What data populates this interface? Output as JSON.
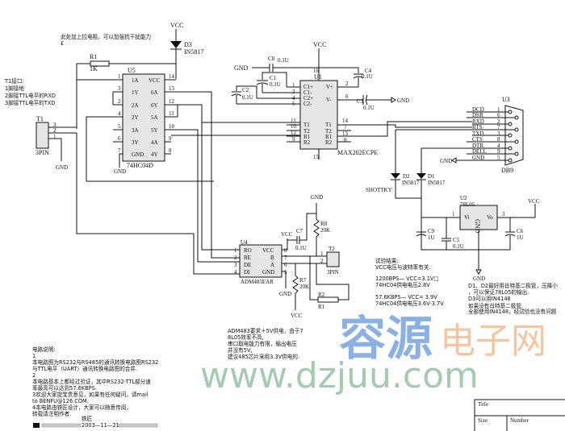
{
  "notes": {
    "pullup": "此处加上拉电阻，可以加强抗干扰能力",
    "pullup_mark": "£",
    "t1_interface": [
      "T1接口:",
      "1脚接地",
      "2脚接TTL电平的RXD",
      "3脚接TTL电平的TXD"
    ],
    "test_results": [
      "试验结果:",
      "VCC电压与波特率有关.",
      "1200BPS— VCC=3.1V□",
      "74HC04供电电压2.8V",
      "57.6KBPS— VCC= 3.9V",
      "74HC04供电电压3.6V-3.7V"
    ],
    "diode_note": [
      "D1、D2最好用肖特基二极管，压降小",
      "，可以保证78L05的输出.",
      "D3可以用IN4148",
      "如果没有肖特基二极管,",
      "全部使用IN4148，经试验也没有问题"
    ],
    "adm_note": [
      "ADM483要求＋5V供电，由于7",
      "8L05效率不高,",
      "串口取电能力有限，输出电压",
      "并没有5V,",
      "建议485芯片采用3.3V供电的."
    ],
    "circuit_desc": [
      "电路说明:",
      "1",
      "本电路图为RS232与RS485的通讯转换电路图RS232",
      "与TTL电平（UART）通讯转换电路图的合并.",
      "2",
      "本电路基本上都经过验证，其中RS232-TTL部分速",
      "率最高可以达到57.6KBPS.",
      "3欢迎大家提宝贵意见，如果有任何疑问，请mail",
      "to BENFU@126.COM.",
      "4本电路由铁匠设计，大家可以随意传阅，",
      "转载请注明作者."
    ],
    "author": "铁匠",
    "date": "2003—11—21"
  },
  "power": {
    "vcc": "VCC",
    "gnd": "GND"
  },
  "u5": {
    "ref": "U5",
    "part": "74HC04D",
    "left_pins": [
      [
        "1",
        "1A"
      ],
      [
        "3",
        "1Y"
      ],
      [
        "2",
        "2A"
      ],
      [
        "4",
        "2Y"
      ],
      [
        "5",
        "3A"
      ],
      [
        "6",
        "3Y"
      ],
      [
        "7",
        "GND"
      ]
    ],
    "right_pins": [
      [
        "14",
        "VCC"
      ],
      [
        "13",
        "6A"
      ],
      [
        "12",
        "6Y"
      ],
      [
        "11",
        "5A"
      ],
      [
        "10",
        "5Y"
      ],
      [
        "9",
        "4A"
      ],
      [
        "8",
        "4Y"
      ]
    ]
  },
  "r1": {
    "ref": "R1",
    "value": "1K"
  },
  "d3": {
    "ref": "D3",
    "value": "IN5817"
  },
  "t1": {
    "ref": "T1",
    "part": "3PIN",
    "pins": [
      "3",
      "2",
      "1"
    ]
  },
  "u1": {
    "ref": "U1",
    "part": "MAX202ECPE",
    "vcc_pin": "16",
    "gnd_pin": "15",
    "left_pins": [
      [
        "1",
        "C1+"
      ],
      [
        "3",
        "C1-"
      ],
      [
        "4",
        "C2+"
      ],
      [
        "5",
        "C2-"
      ],
      [
        "11",
        "T1"
      ],
      [
        "10",
        "T2"
      ],
      [
        "12",
        "R1"
      ],
      [
        "9",
        "R2"
      ]
    ],
    "right_pins": [
      [
        "2",
        "V+"
      ],
      [
        "6",
        "V-"
      ],
      [
        "14",
        "T1"
      ],
      [
        "7",
        "T2"
      ],
      [
        "13",
        "R1"
      ],
      [
        "8",
        "R2"
      ]
    ]
  },
  "caps": {
    "c8": {
      "ref": "C8",
      "value": "0.1U"
    },
    "c1": {
      "ref": "C1",
      "value": "0.1U"
    },
    "c2": {
      "ref": "C2",
      "value": "0.1U"
    },
    "c4": {
      "ref": "C4",
      "value": "0.1U"
    },
    "c3": {
      "ref": "C3",
      "value": "0.1U"
    },
    "c9": {
      "ref": "C9",
      "value": "1U"
    },
    "c5": {
      "ref": "C5",
      "value": "0.1U"
    },
    "c6": {
      "ref": "C6",
      "value": "1U"
    },
    "c7": {
      "ref": "C7",
      "value": "0.1U"
    }
  },
  "u3": {
    "ref": "U3",
    "part": "DB9",
    "signals": [
      [
        "DCD",
        "1"
      ],
      [
        "DSR",
        "6"
      ],
      [
        "RXD",
        "2"
      ],
      [
        "RTS",
        "7"
      ],
      [
        "TXD",
        "3"
      ],
      [
        "CTS",
        "8"
      ],
      [
        "DTR",
        "4"
      ],
      [
        "DELL",
        "9"
      ],
      [
        "GND",
        "5"
      ]
    ]
  },
  "d2": {
    "ref": "D2",
    "value": "IN5817"
  },
  "d1": {
    "ref": "D1",
    "value": "IN5817"
  },
  "shottky": "SHOTTKY",
  "u2": {
    "ref": "U2",
    "part": "78L05",
    "vi": "Vi",
    "vo": "Vo",
    "gnd": "GND",
    "pin_in": "1",
    "pin_out": "3"
  },
  "u4": {
    "ref": "U4",
    "part": "ADM483EAR",
    "left_pins": [
      [
        "1",
        "RO"
      ],
      [
        "2",
        "RE"
      ],
      [
        "3",
        "DE"
      ],
      [
        "4",
        "DI"
      ]
    ],
    "right_pins": [
      [
        "8",
        "VCC"
      ],
      [
        "7",
        "B"
      ],
      [
        "6",
        "A"
      ],
      [
        "5",
        "GND"
      ]
    ]
  },
  "r8": {
    "ref": "R8",
    "value": "20K"
  },
  "r7": {
    "ref": "R7",
    "value": "20K"
  },
  "r2": {
    "ref": "R2",
    "value": "R1"
  },
  "t2": {
    "ref": "T2",
    "part": "3PIN",
    "pins": [
      "1",
      "2"
    ]
  },
  "watermark": {
    "cn1": "容源",
    "cn2": "电子网",
    "url": "www.dzjuu.com"
  },
  "title_block": {
    "title": "Title",
    "size": "Size",
    "number": "Number"
  }
}
